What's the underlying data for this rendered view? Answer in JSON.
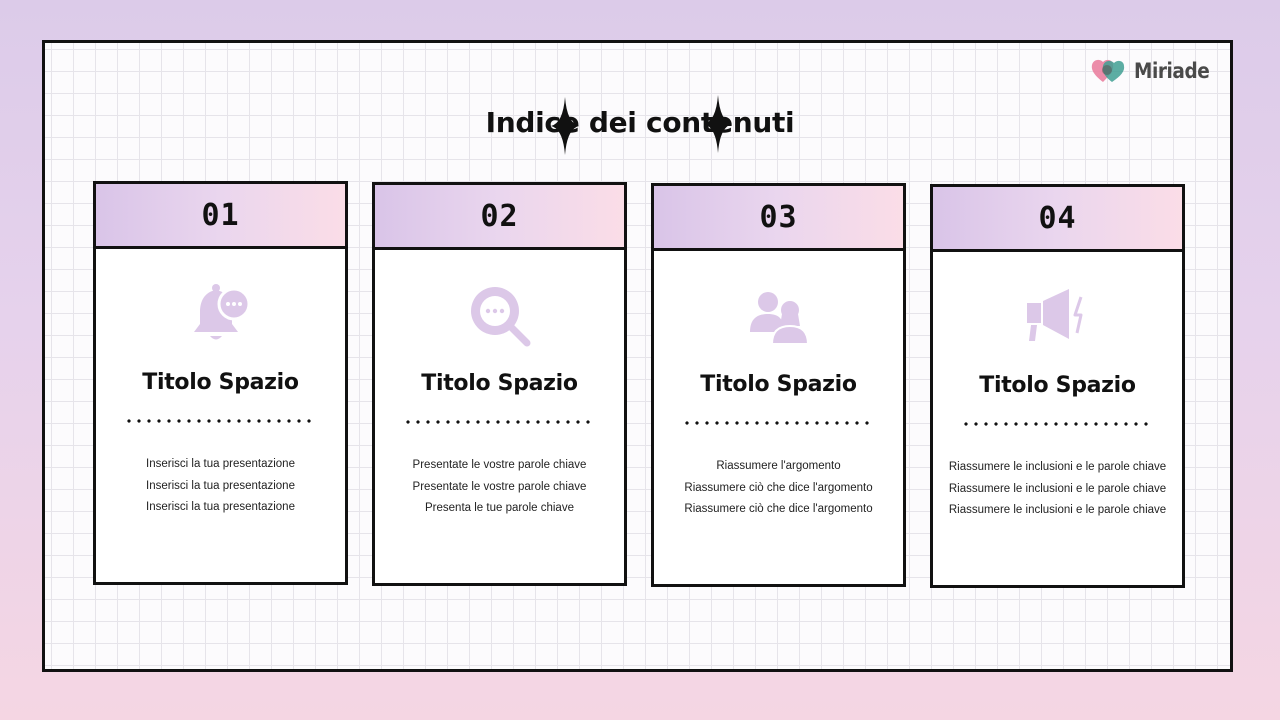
{
  "brand": {
    "name": "Miriade"
  },
  "page_title": "Indice dei contenuti",
  "cards": [
    {
      "number": "01",
      "icon": "bell-chat-icon",
      "title": "Titolo Spazio",
      "lines": [
        "Inserisci la tua presentazione",
        "Inserisci la tua presentazione",
        "Inserisci la tua presentazione"
      ]
    },
    {
      "number": "02",
      "icon": "search-chat-icon",
      "title": "Titolo Spazio",
      "lines": [
        "Presentate le vostre parole chiave",
        "Presentate le vostre parole chiave",
        "Presenta le tue parole chiave"
      ]
    },
    {
      "number": "03",
      "icon": "users-icon",
      "title": "Titolo Spazio",
      "lines": [
        "Riassumere l'argomento",
        "Riassumere ciò che dice l'argomento",
        "Riassumere ciò che dice l'argomento"
      ]
    },
    {
      "number": "04",
      "icon": "megaphone-icon",
      "title": "Titolo Spazio",
      "lines": [
        "Riassumere le inclusioni e le parole chiave",
        "Riassumere le inclusioni e le parole chiave",
        "Riassumere le inclusioni e le parole chiave"
      ]
    }
  ],
  "colors": {
    "accent_purple": "#d9c4e8",
    "accent_pink": "#fbdde7",
    "icon_lavender": "#dcc8e8",
    "highlight_yellow": "#fdf6c3",
    "logo_pink": "#ea7fa0",
    "logo_teal": "#3f9f93"
  }
}
